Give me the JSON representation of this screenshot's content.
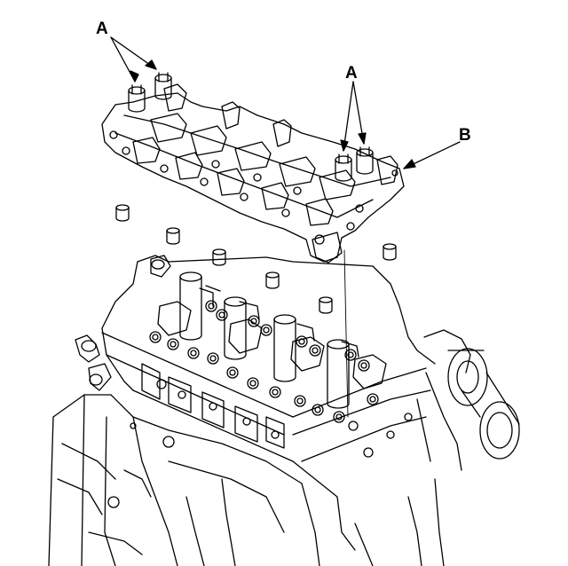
{
  "callouts": {
    "a_left": "A",
    "a_right": "A",
    "b": "B"
  },
  "colors": {
    "ink": "#000000",
    "paper": "#ffffff"
  }
}
